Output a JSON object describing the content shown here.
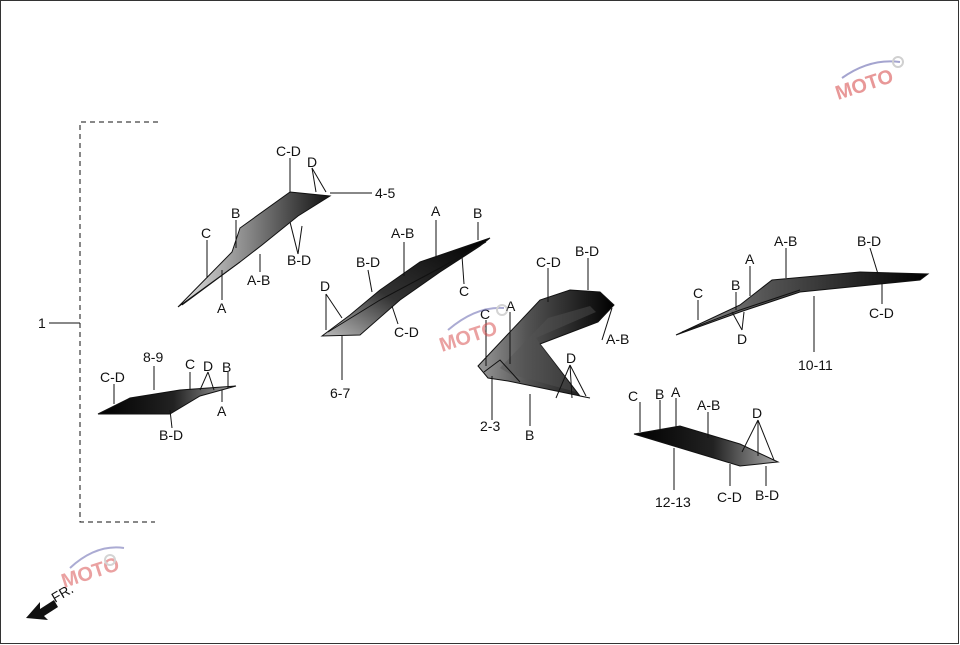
{
  "frame_color": "#333333",
  "callouts": {
    "main": "1",
    "p45": "4-5",
    "p67": "6-7",
    "p23": "2-3",
    "p89": "8-9",
    "p1011": "10-11",
    "p1213": "12-13",
    "fr": "FR."
  },
  "labels": {
    "a": "A",
    "b": "B",
    "c": "C",
    "d": "D",
    "ab": "A-B",
    "bd": "B-D",
    "cd": "C-D"
  },
  "watermark": {
    "text": "MOTO",
    "colors": [
      "#d64545",
      "#5a5aa8",
      "#aaaaaa"
    ]
  }
}
